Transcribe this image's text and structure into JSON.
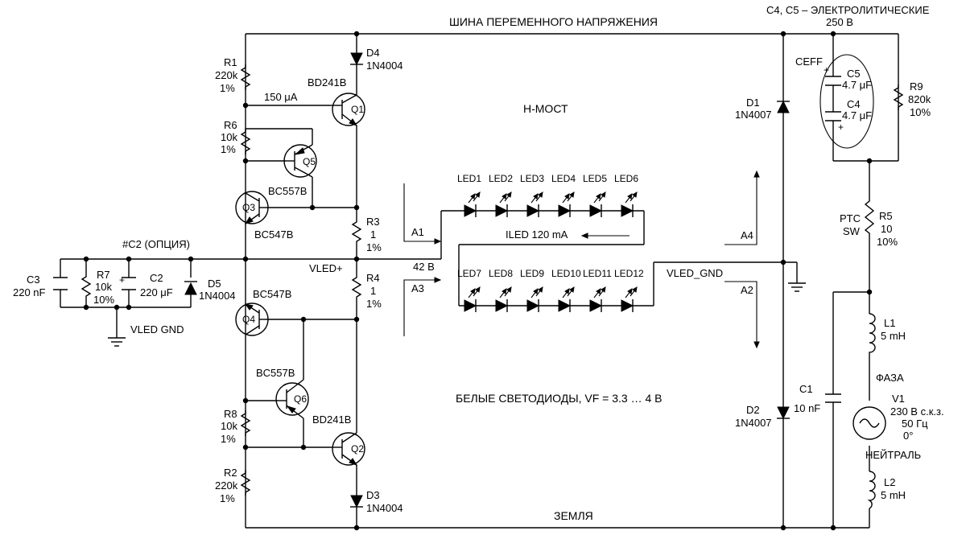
{
  "labels": {
    "ac_bus": "ШИНА ПЕРЕМЕННОГО НАПРЯЖЕНИЯ",
    "caps_note": "C4, C5 – ЭЛЕКТРОЛИТИЧЕСКИЕ",
    "caps_voltage": "250 В",
    "h_bridge": "H-МОСТ",
    "ground": "ЗЕМЛЯ",
    "white_leds": "БЕЛЫЕ СВЕТОДИОДЫ, VF = 3.3 … 4 В",
    "c2_option": "#C2 (ОПЦИЯ)",
    "vled_plus": "VLED+",
    "vled_gnd_left": "VLED GND",
    "vled_gnd_right": "VLED_GND",
    "v42": "42 В",
    "i_led": "ILED 120 mA",
    "current_150": "150 μA",
    "phase": "ФАЗА",
    "neutral": "НЕЙТРАЛЬ",
    "ceff": "CEFF"
  },
  "components": {
    "R1": {
      "name": "R1",
      "value": "220k",
      "tol": "1%"
    },
    "R6": {
      "name": "R6",
      "value": "10k",
      "tol": "1%"
    },
    "R3": {
      "name": "R3",
      "value": "1",
      "tol": "1%"
    },
    "R4": {
      "name": "R4",
      "value": "1",
      "tol": "1%"
    },
    "R8": {
      "name": "R8",
      "value": "10k",
      "tol": "1%"
    },
    "R2": {
      "name": "R2",
      "value": "220k",
      "tol": "1%"
    },
    "R7": {
      "name": "R7",
      "value": "10k",
      "tol": "10%"
    },
    "R9": {
      "name": "R9",
      "value": "820k",
      "tol": "10%"
    },
    "R5": {
      "name": "R5",
      "value": "10",
      "tol": "10%",
      "type": "PTC",
      "type2": "SW"
    },
    "C1": {
      "name": "C1",
      "value": "10 nF"
    },
    "C2": {
      "name": "C2",
      "value": "220 μF"
    },
    "C3": {
      "name": "C3",
      "value": "220 nF"
    },
    "C4": {
      "name": "C4",
      "value": "4.7 μF"
    },
    "C5": {
      "name": "C5",
      "value": "4.7 μF"
    },
    "D1": {
      "name": "D1",
      "value": "1N4007"
    },
    "D2": {
      "name": "D2",
      "value": "1N4007"
    },
    "D3": {
      "name": "D3",
      "value": "1N4004"
    },
    "D4": {
      "name": "D4",
      "value": "1N4004"
    },
    "D5": {
      "name": "D5",
      "value": "1N4004"
    },
    "Q1": {
      "name": "Q1",
      "value": "BD241B"
    },
    "Q2": {
      "name": "Q2",
      "value": "BD241B"
    },
    "Q3": {
      "name": "Q3",
      "value": "BC547B"
    },
    "Q4": {
      "name": "Q4",
      "value": "BC547B"
    },
    "Q5": {
      "name": "Q5",
      "value": "BC557B"
    },
    "Q6": {
      "name": "Q6",
      "value": "BC557B"
    },
    "L1": {
      "name": "L1",
      "value": "5 mH"
    },
    "L2": {
      "name": "L2",
      "value": "5 mH"
    },
    "V1": {
      "name": "V1",
      "value": "230 В с.к.з.",
      "freq": "50 Гц",
      "phase": "0°"
    }
  },
  "currents": {
    "A1": "A1",
    "A2": "A2",
    "A3": "A3",
    "A4": "A4"
  },
  "leds_top": [
    "LED1",
    "LED2",
    "LED3",
    "LED4",
    "LED5",
    "LED6"
  ],
  "leds_bottom": [
    "LED7",
    "LED8",
    "LED9",
    "LED10",
    "LED11",
    "LED12"
  ]
}
